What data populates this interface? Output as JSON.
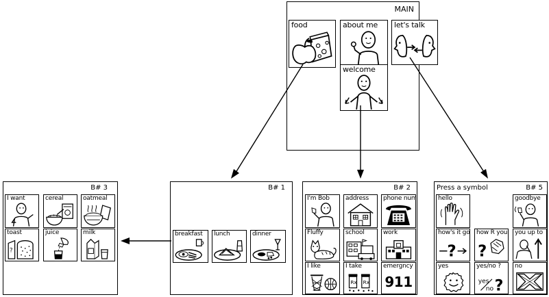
{
  "boards": {
    "main": {
      "title": "MAIN",
      "cells": [
        "food",
        "about me",
        "let's talk",
        "welcome"
      ]
    },
    "b1": {
      "title": "B#  1",
      "cells": [
        "breakfast",
        "lunch",
        "dinner"
      ]
    },
    "b2": {
      "title": "B#  2",
      "cells": [
        "I'm Bob",
        "address",
        "phone num",
        "Fluffy",
        "school",
        "work",
        "I like",
        "I take",
        "emergncy"
      ],
      "emergency_number": "911"
    },
    "b3": {
      "title": "B#  3",
      "cells": [
        "I want",
        "cereal",
        "oatmeal",
        "toast",
        "juice",
        "milk"
      ]
    },
    "b5": {
      "title_left": "Press a symbol",
      "title_right": "B#  5",
      "cells": [
        "hello",
        "goodbye",
        "how's it go",
        "how R you",
        "you up to",
        "yes",
        "yes/no ?",
        "no"
      ]
    }
  },
  "icons": {
    "food": "cheese-apple-icon",
    "about_me": "person-pointing-icon",
    "lets_talk": "two-faces-talking-icon",
    "welcome": "person-welcome-icon",
    "breakfast": "breakfast-plate-icon",
    "lunch": "lunch-plate-icon",
    "dinner": "dinner-plate-icon",
    "im_bob": "person-waving-icon",
    "address": "house-icon",
    "phone": "telephone-icon",
    "fluffy": "cat-icon",
    "school": "school-building-icon",
    "work": "building-icon",
    "i_like": "basketball-icon",
    "i_take": "pill-bottles-icon",
    "i_want": "person-reaching-icon",
    "cereal": "cereal-bowl-icon",
    "oatmeal": "oatmeal-bowl-icon",
    "toast": "toast-icon",
    "juice": "juice-glass-icon",
    "milk": "milk-carton-icon",
    "hello": "hand-wave-icon",
    "goodbye": "goodbye-wave-icon",
    "hows_it_go": "arrow-question-icon",
    "how_r_you": "question-hands-icon",
    "you_up_to": "person-up-arrow-icon",
    "yes": "smiley-face-icon",
    "yes_no": "yes-no-question-icon",
    "no": "x-cross-icon"
  }
}
